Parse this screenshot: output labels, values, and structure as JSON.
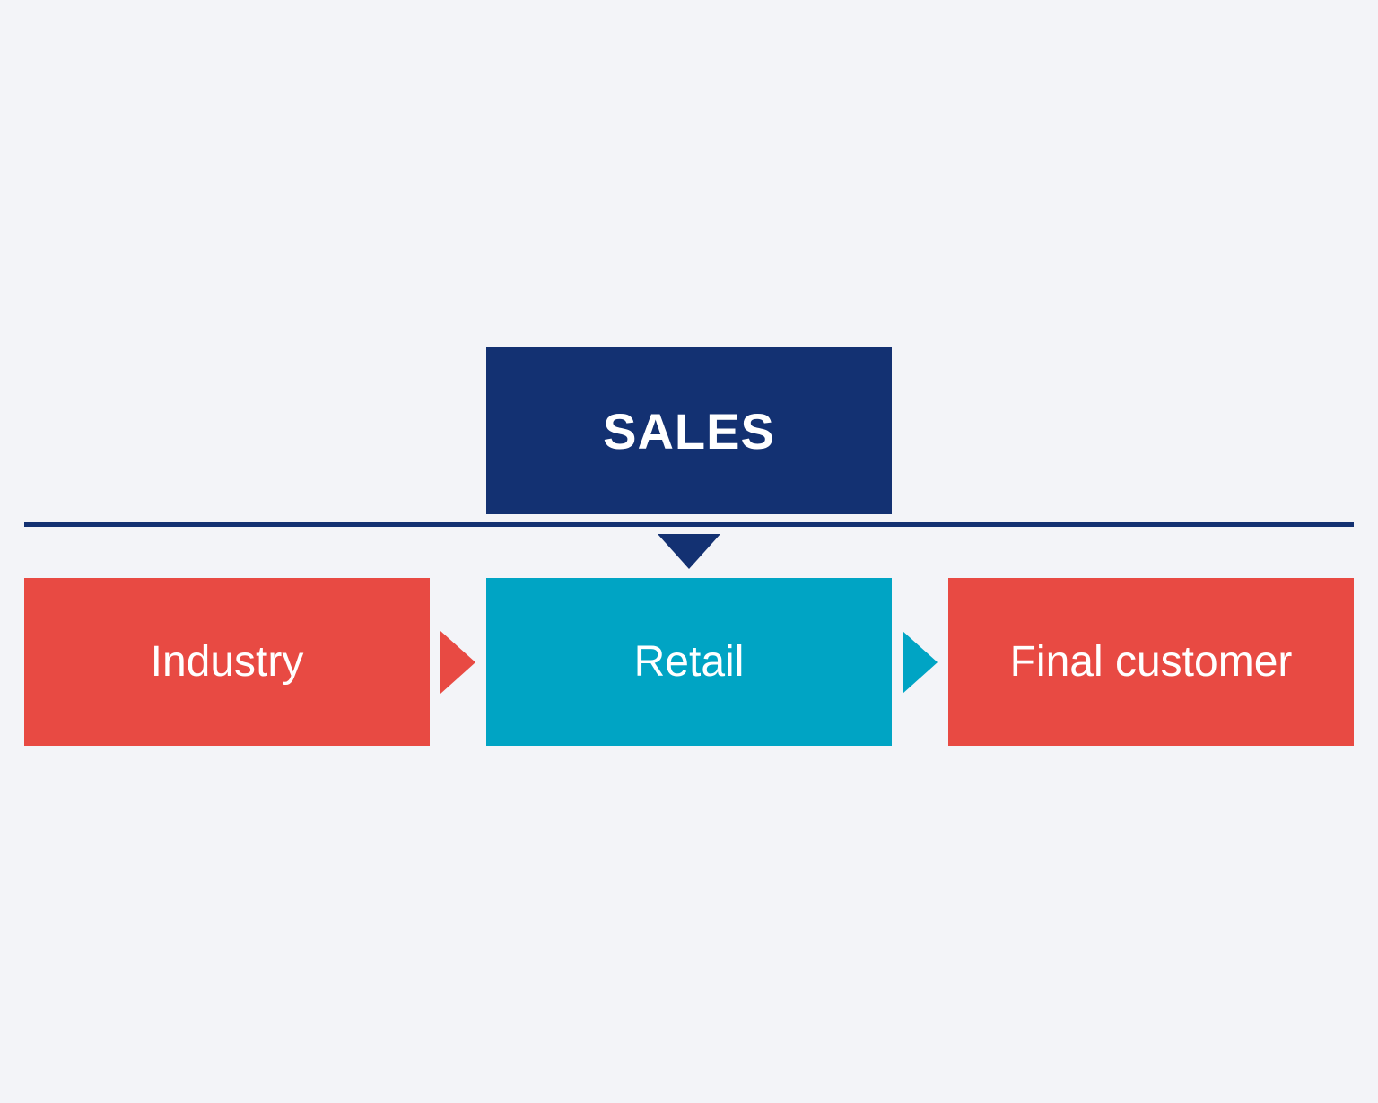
{
  "diagram": {
    "top": {
      "label": "SALES"
    },
    "stages": [
      {
        "label": "Industry"
      },
      {
        "label": "Retail"
      },
      {
        "label": "Final customer"
      }
    ]
  },
  "colors": {
    "background": "#f3f4f8",
    "navy": "#133172",
    "red": "#e84a43",
    "teal": "#00a4c4",
    "text": "#ffffff"
  }
}
